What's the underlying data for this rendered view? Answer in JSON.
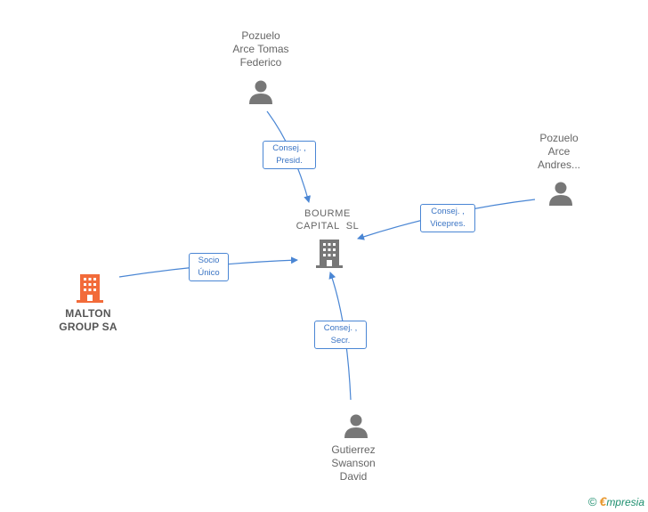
{
  "nodes": {
    "pozuelo_tomas": {
      "lines": [
        "Pozuelo",
        "Arce Tomas",
        "Federico"
      ],
      "type": "person"
    },
    "pozuelo_andres": {
      "lines": [
        "Pozuelo",
        "Arce",
        "Andres..."
      ],
      "type": "person"
    },
    "bourme": {
      "lines": [
        "BOURME",
        "CAPITAL  SL"
      ],
      "type": "company"
    },
    "malton": {
      "lines": [
        "MALTON",
        "GROUP SA"
      ],
      "type": "company-highlight"
    },
    "gutierrez": {
      "lines": [
        "Gutierrez",
        "Swanson",
        "David"
      ],
      "type": "person"
    }
  },
  "edges": {
    "tomas_to_bourme": {
      "lines": [
        "Consej. ,",
        "Presid."
      ]
    },
    "andres_to_bourme": {
      "lines": [
        "Consej. ,",
        "Vicepres."
      ]
    },
    "malton_to_bourme": {
      "lines": [
        "Socio",
        "Único"
      ]
    },
    "gutierrez_to_bourme": {
      "lines": [
        "Consej. ,",
        "Secr."
      ]
    }
  },
  "colors": {
    "edge": "#4a86d4",
    "person_icon": "#777777",
    "company_icon": "#777777",
    "highlight_icon": "#f26b3a"
  },
  "footer": {
    "copyright": "©",
    "brand_initial": "€",
    "brand_rest": "mpresia"
  }
}
